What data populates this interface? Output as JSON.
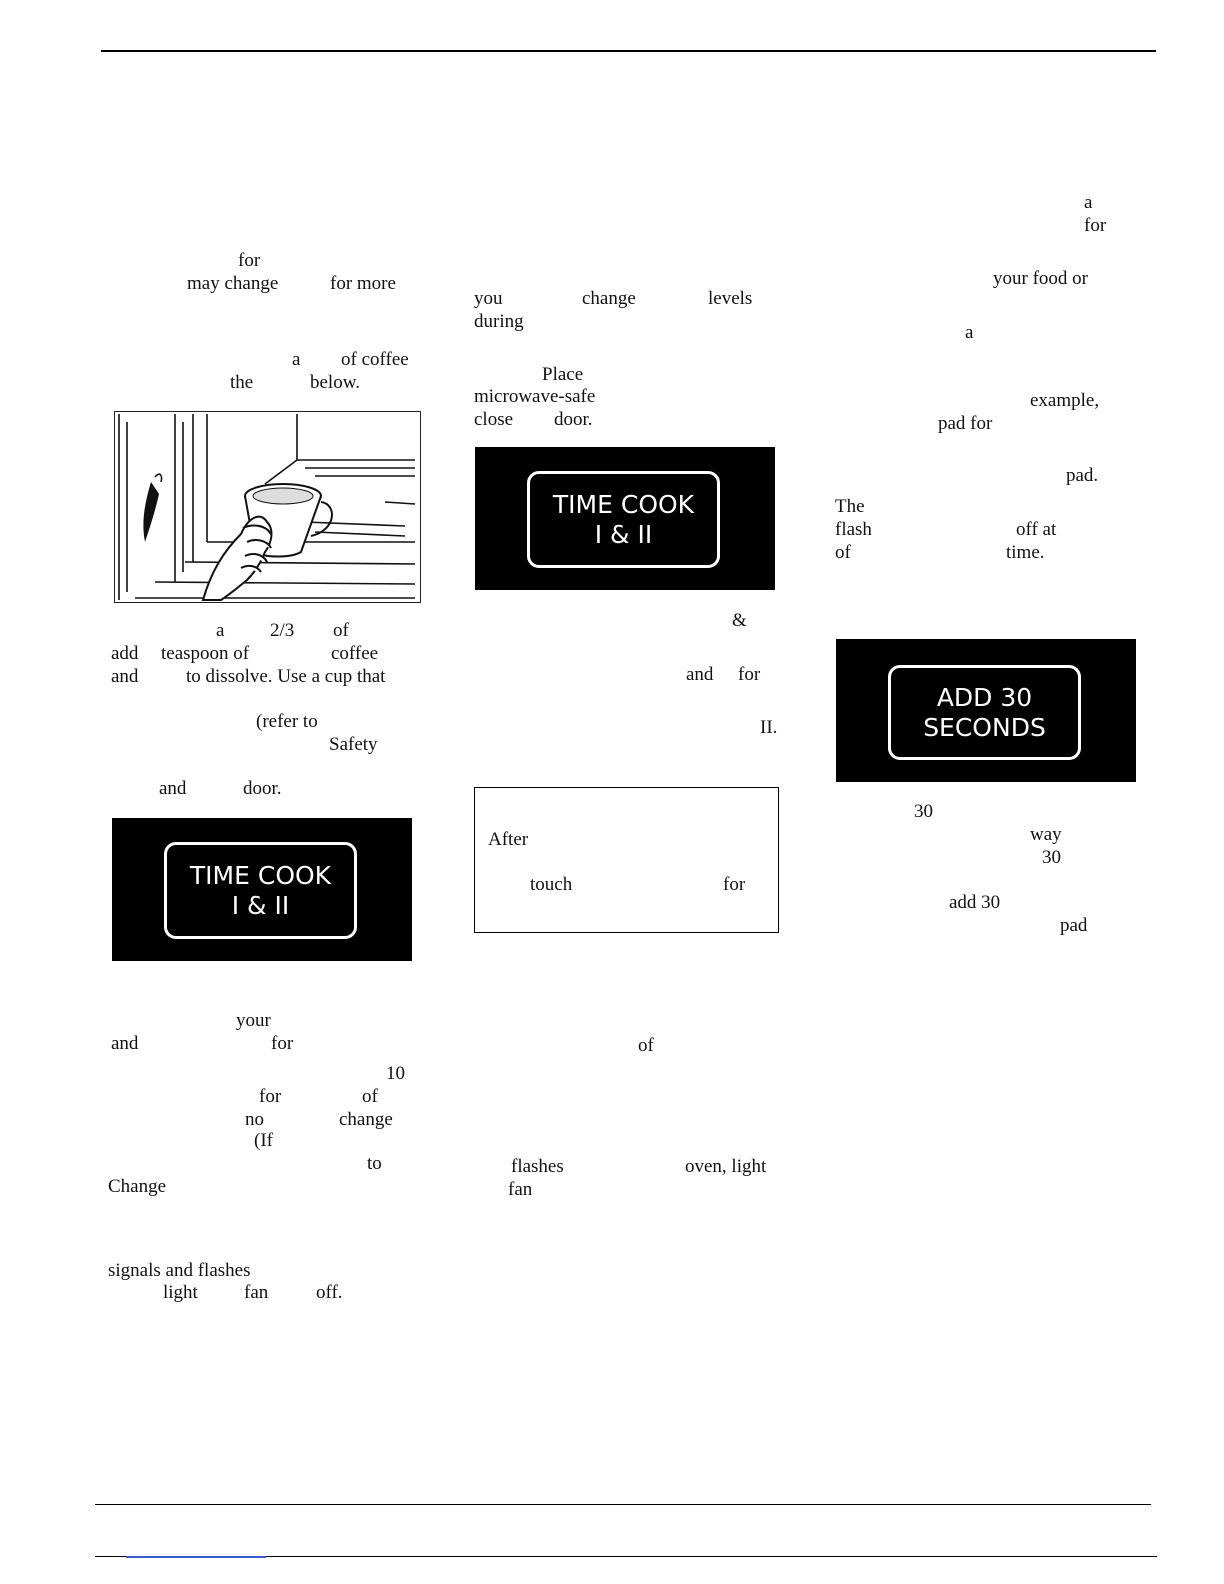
{
  "left_column": {
    "fragments": [
      "for",
      "may change",
      "for more",
      "a",
      "of coffee",
      "the",
      "below.",
      "a",
      "2/3",
      "of",
      "add",
      "teaspoon of",
      "coffee",
      "and",
      "to dissolve. Use a cup that",
      "(refer to",
      "Safety",
      "and",
      "door.",
      "your",
      "and",
      "for",
      "10",
      "for",
      "of",
      "no",
      "change",
      "(If",
      "to",
      "Change",
      "signals and flashes",
      "light",
      "fan",
      "off."
    ],
    "pad_label_line1": "TIME COOK",
    "pad_label_line2": "I & II"
  },
  "middle_column": {
    "fragments": [
      "you",
      "change",
      "levels",
      "during",
      "Place",
      "microwave-safe",
      "close",
      "door.",
      "&",
      "and",
      "for",
      "II.",
      "After",
      "touch",
      "for",
      "of",
      "flashes",
      "oven, light",
      "fan"
    ],
    "pad_label_line1": "TIME COOK",
    "pad_label_line2": "I & II"
  },
  "right_column": {
    "fragments": [
      "a",
      "for",
      "your food or",
      "a",
      "example,",
      "pad for",
      "pad.",
      "The",
      "flash",
      "off at",
      "of",
      "time.",
      "30",
      "way",
      "30",
      "add 30",
      "pad"
    ],
    "pad_label_line1": "ADD 30",
    "pad_label_line2": "SECONDS"
  },
  "colors": {
    "ink": "#111111",
    "panel": "#000000",
    "pad_text": "#ffffff"
  }
}
